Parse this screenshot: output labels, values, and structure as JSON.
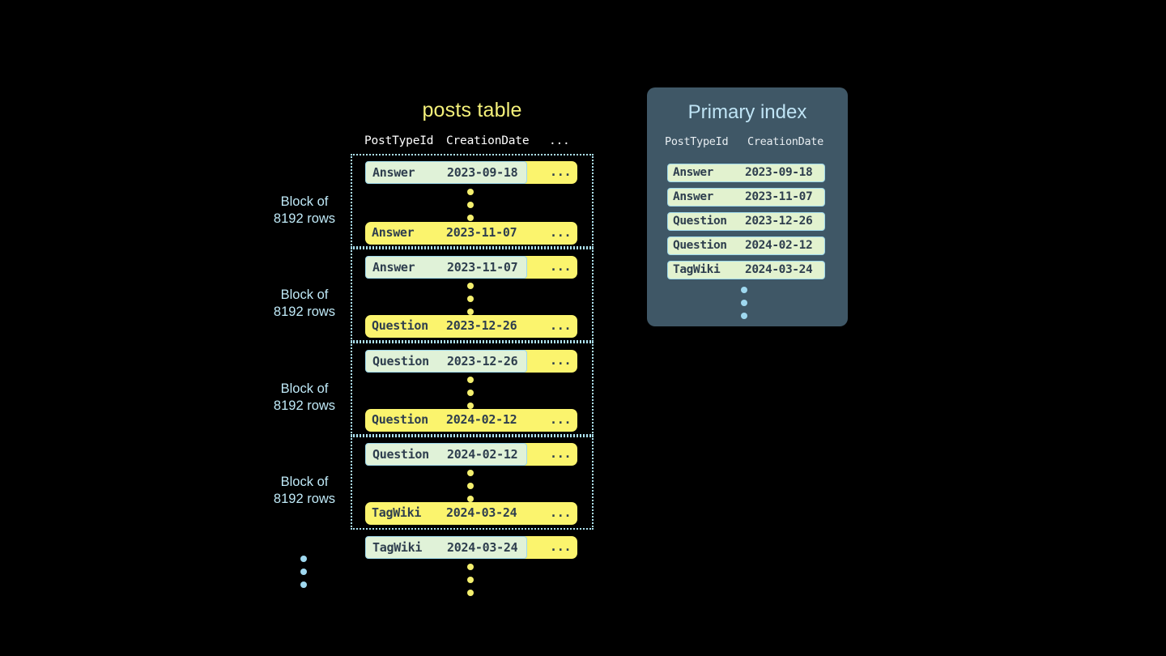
{
  "diagram": {
    "background_color": "#000000",
    "accent_yellow": "#fbf46d",
    "accent_blue": "#bfe4f5",
    "highlight_fill": "#e0f2d8",
    "highlight_border": "#9fd8ea",
    "panel_bg": "#3f5766"
  },
  "posts_table": {
    "title": "posts table",
    "columns": [
      "PostTypeId",
      "CreationDate",
      "..."
    ],
    "ellipsis": "...",
    "blocks": [
      {
        "label_line1": "Block of",
        "label_line2": "8192 rows",
        "first_row": {
          "type": "Answer",
          "date": "2023-09-18",
          "highlighted": true
        },
        "last_row": {
          "type": "Answer",
          "date": "2023-11-07",
          "highlighted": false
        }
      },
      {
        "label_line1": "Block of",
        "label_line2": "8192 rows",
        "first_row": {
          "type": "Answer",
          "date": "2023-11-07",
          "highlighted": true
        },
        "last_row": {
          "type": "Question",
          "date": "2023-12-26",
          "highlighted": false
        }
      },
      {
        "label_line1": "Block of",
        "label_line2": "8192 rows",
        "first_row": {
          "type": "Question",
          "date": "2023-12-26",
          "highlighted": true
        },
        "last_row": {
          "type": "Question",
          "date": "2024-02-12",
          "highlighted": false
        }
      },
      {
        "label_line1": "Block of",
        "label_line2": "8192 rows",
        "first_row": {
          "type": "Question",
          "date": "2024-02-12",
          "highlighted": true
        },
        "last_row": {
          "type": "TagWiki",
          "date": "2024-03-24",
          "highlighted": false
        }
      }
    ],
    "trailing_row": {
      "type": "TagWiki",
      "date": "2024-03-24",
      "highlighted": true
    }
  },
  "primary_index": {
    "title": "Primary index",
    "columns": [
      "PostTypeId",
      "CreationDate"
    ],
    "rows": [
      {
        "type": "Answer",
        "date": "2023-09-18"
      },
      {
        "type": "Answer",
        "date": "2023-11-07"
      },
      {
        "type": "Question",
        "date": "2023-12-26"
      },
      {
        "type": "Question",
        "date": "2024-02-12"
      },
      {
        "type": "TagWiki",
        "date": "2024-03-24"
      }
    ]
  }
}
